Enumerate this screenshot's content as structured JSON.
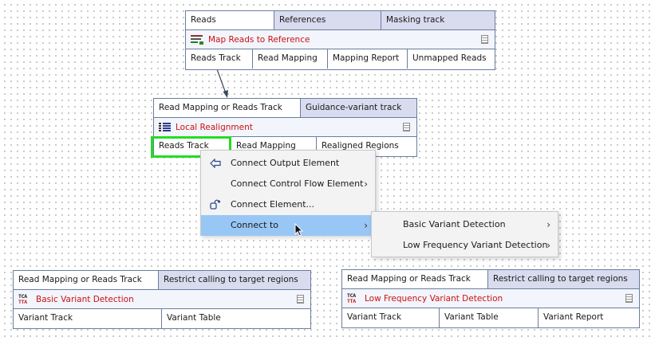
{
  "map_reads": {
    "inputs": [
      "Reads",
      "References",
      "Masking track"
    ],
    "name": "Map Reads to Reference",
    "outputs": [
      "Reads Track",
      "Read Mapping",
      "Mapping Report",
      "Unmapped Reads"
    ]
  },
  "local_realignment": {
    "inputs": [
      "Read Mapping or Reads Track",
      "Guidance-variant track"
    ],
    "name": "Local Realignment",
    "outputs": [
      "Reads Track",
      "Read Mapping",
      "Realigned Regions"
    ]
  },
  "basic_variant": {
    "inputs": [
      "Read Mapping or Reads Track",
      "Restrict calling to target regions"
    ],
    "name": "Basic Variant Detection",
    "outputs": [
      "Variant Track",
      "Variant Table"
    ]
  },
  "low_freq_variant": {
    "inputs": [
      "Read Mapping or Reads Track",
      "Restrict calling to target regions"
    ],
    "name": "Low Frequency Variant Detection",
    "outputs": [
      "Variant Track",
      "Variant Table",
      "Variant Report"
    ]
  },
  "icons": {
    "tcga_line1": "TCA",
    "tcga_line2": "TTA"
  },
  "context_menu": {
    "items": [
      {
        "label": "Connect Output Element",
        "icon": "output-element-icon",
        "submenu": false
      },
      {
        "label": "Connect Control Flow Element",
        "icon": "",
        "submenu": true
      },
      {
        "label": "Connect Element...",
        "icon": "connect-element-icon",
        "submenu": false
      },
      {
        "label": "Connect to",
        "icon": "",
        "submenu": true,
        "active": true
      }
    ]
  },
  "submenu": {
    "items": [
      {
        "label": "Basic Variant Detection",
        "submenu": true
      },
      {
        "label": "Low Frequency Variant Detection",
        "submenu": true
      }
    ]
  },
  "colors": {
    "element_name": "#cc1111",
    "selection": "#22dd22",
    "menu_active": "#99c7f5",
    "guidance_port": "#d9dbef"
  }
}
